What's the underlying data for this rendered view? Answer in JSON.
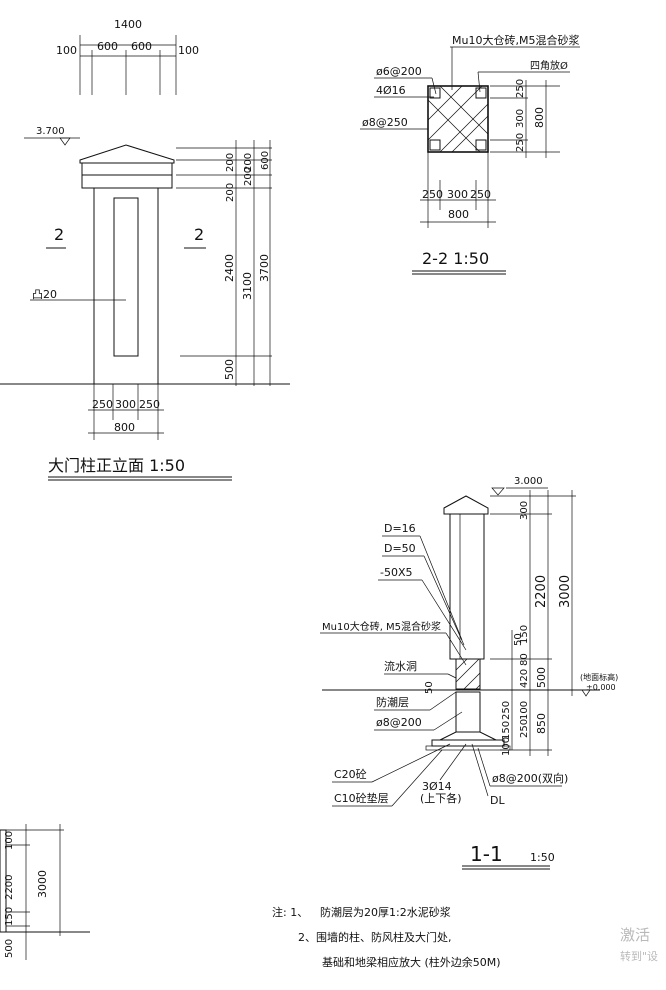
{
  "elevation": {
    "top_dims": {
      "total": "1400",
      "parts": [
        "100",
        "600",
        "600",
        "100"
      ]
    },
    "level": "3.700",
    "section_mark": "2",
    "recess_label": "凸20",
    "right_dims": {
      "a": "200",
      "b": "200",
      "c": "200",
      "d": "200",
      "e": "600",
      "f": "2400",
      "g": "3100",
      "h": "3700",
      "i": "500"
    },
    "bottom_dims": {
      "parts": [
        "250",
        "300",
        "250"
      ],
      "total": "800"
    },
    "title": "大门柱正立面  1:50"
  },
  "section22": {
    "material": "Mu10大仓砖,M5混合砂浆",
    "corner": "四角放Ø",
    "stirrup": "ø6@200",
    "rebar": "4Ø16",
    "mesh": "ø8@250",
    "side_dims": [
      "250",
      "300",
      "250"
    ],
    "side_total": "800",
    "bottom_dims": [
      "250",
      "300",
      "250"
    ],
    "bottom_total": "800",
    "title": "2-2  1:50"
  },
  "section11": {
    "level": "3.000",
    "labels": {
      "d16": "D=16",
      "d50": "D=50",
      "flat": "-50X5",
      "material": "Mu10大仓砖, M5混合砂浆",
      "drain": "流水洞",
      "dpc": "防潮层",
      "rebar_top": "ø8@200",
      "c20": "C20砼",
      "c10": "C10砼垫层",
      "main_bar": "3Ø14",
      "main_bar_note": "(上下各)",
      "rebar_bot": "ø8@200(双向)",
      "dl": "DL"
    },
    "ground_label": "(地面标高)",
    "ground_level": "±0.000",
    "dims": {
      "a": "300",
      "b": "2200",
      "c": "3000",
      "d": "500",
      "e": "50",
      "f": "150",
      "g": "80",
      "h": "420",
      "i": "850",
      "j": "250",
      "k": "100",
      "l": "100",
      "m": "150",
      "n": "250"
    },
    "title": "1-1",
    "scale": "1:50"
  },
  "bottom_left": {
    "dims": [
      "500",
      "150",
      "2200",
      "100"
    ],
    "total": "3000"
  },
  "notes": {
    "prefix": "注: 1、",
    "line1": "防潮层为20厚1:2水泥砂浆",
    "line2": "2、围墙的柱、防风柱及大门处,",
    "line3": "基础和地梁相应放大 (柱外边余50M)"
  },
  "watermark": {
    "line1": "激活",
    "line2": "转到\"设"
  }
}
